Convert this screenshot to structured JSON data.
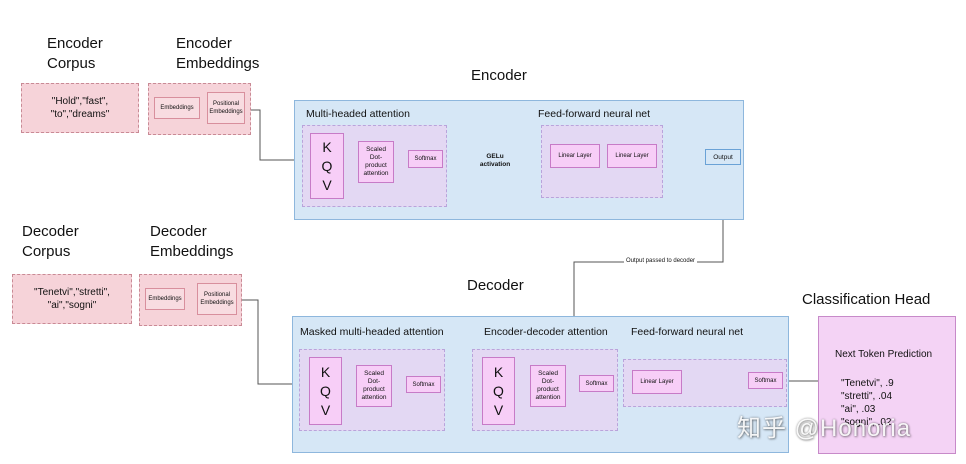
{
  "encoder_corpus": {
    "heading_line1": "Encoder",
    "heading_line2": "Corpus",
    "text_line1": "\"Hold\",\"fast\",",
    "text_line2": "\"to\",\"dreams\""
  },
  "encoder_embeddings": {
    "heading_line1": "Encoder",
    "heading_line2": "Embeddings",
    "embeddings": "Embeddings",
    "positional_line1": "Positional",
    "positional_line2": "Embeddings"
  },
  "decoder_corpus": {
    "heading_line1": "Decoder",
    "heading_line2": "Corpus",
    "text_line1": "\"Tenetvi\",\"stretti\",",
    "text_line2": "\"ai\",\"sogni\""
  },
  "decoder_embeddings": {
    "heading_line1": "Decoder",
    "heading_line2": "Embeddings",
    "embeddings": "Embeddings",
    "positional_line1": "Positional",
    "positional_line2": "Embeddings"
  },
  "encoder": {
    "title": "Encoder",
    "mha_title": "Multi-headed attention",
    "kqv": [
      "K",
      "Q",
      "V"
    ],
    "sdpa": [
      "Scaled",
      "Dot-",
      "product",
      "attention"
    ],
    "softmax": "Softmax",
    "gelu_line1": "GELu",
    "gelu_line2": "activation",
    "ffn_title": "Feed-forward neural net",
    "linear1": "Linear Layer",
    "linear2": "Linear Layer",
    "output": "Output"
  },
  "connector_label": "Output passed to decoder",
  "decoder": {
    "title": "Decoder",
    "masked_title": "Masked multi-headed attention",
    "encdec_title": "Encoder-decoder attention",
    "ffn_title": "Feed-forward neural net",
    "kqv": [
      "K",
      "Q",
      "V"
    ],
    "sdpa": [
      "Scaled",
      "Dot-",
      "product",
      "attention"
    ],
    "softmax": "Softmax",
    "linear": "Linear Layer"
  },
  "classification": {
    "title": "Classification Head",
    "subtitle": "Next Token Prediction",
    "predictions": [
      "\"Tenetvi\", .9",
      "\"stretti\", .04",
      "\"ai\", .03",
      "\"sogni\", .02"
    ]
  },
  "watermark": "知乎 @Honoria"
}
